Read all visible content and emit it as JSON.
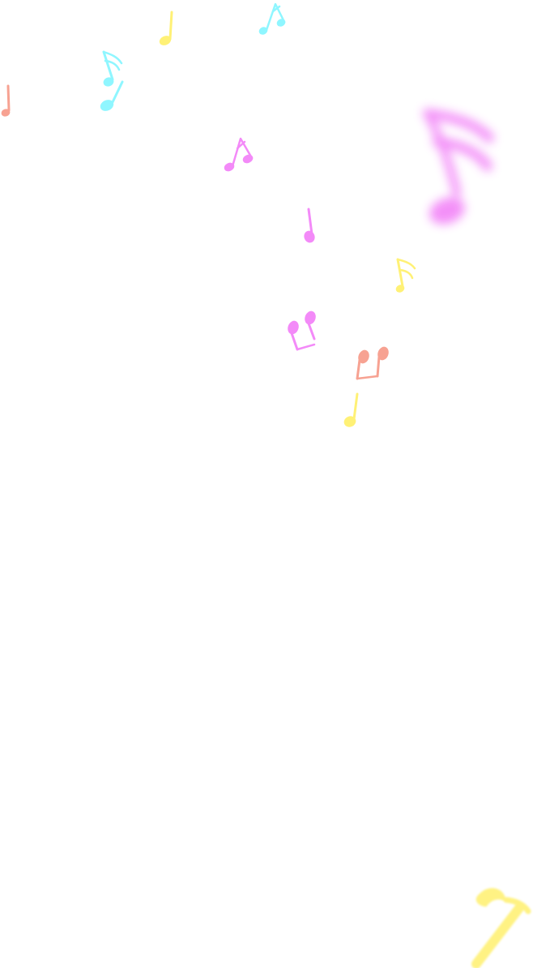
{
  "background_color": "#ffffff",
  "palette": {
    "yellow": "#fff176",
    "cyan": "#8ff6ff",
    "pink": "#f38af8",
    "salmon": "#f7a292"
  },
  "notes": [
    {
      "name": "yellow-quarter-note-top",
      "icon": "quarter-note-icon",
      "color": "yellow"
    },
    {
      "name": "cyan-beamed-note-top",
      "icon": "beamed-note-icon",
      "color": "cyan"
    },
    {
      "name": "cyan-sixteenth-note-upper",
      "icon": "sixteenth-note-icon",
      "color": "cyan"
    },
    {
      "name": "cyan-quarter-note-left",
      "icon": "quarter-note-icon",
      "color": "cyan"
    },
    {
      "name": "salmon-small-note-left",
      "icon": "quarter-note-icon",
      "color": "salmon"
    },
    {
      "name": "pink-beamed-note-middle",
      "icon": "beamed-note-icon",
      "color": "pink"
    },
    {
      "name": "pink-blurred-large-note",
      "icon": "sixteenth-note-icon",
      "color": "pink"
    },
    {
      "name": "pink-quarter-note-middle",
      "icon": "quarter-note-icon",
      "color": "pink"
    },
    {
      "name": "yellow-sixteenth-note-middle",
      "icon": "sixteenth-note-icon",
      "color": "yellow"
    },
    {
      "name": "pink-double-note-pair",
      "icon": "double-note-icon",
      "color": "pink"
    },
    {
      "name": "salmon-double-note-pair",
      "icon": "double-note-icon",
      "color": "salmon"
    },
    {
      "name": "yellow-quarter-note-bottom",
      "icon": "quarter-note-icon",
      "color": "yellow"
    },
    {
      "name": "yellow-blurred-note-corner",
      "icon": "eighth-note-icon",
      "color": "yellow"
    }
  ]
}
